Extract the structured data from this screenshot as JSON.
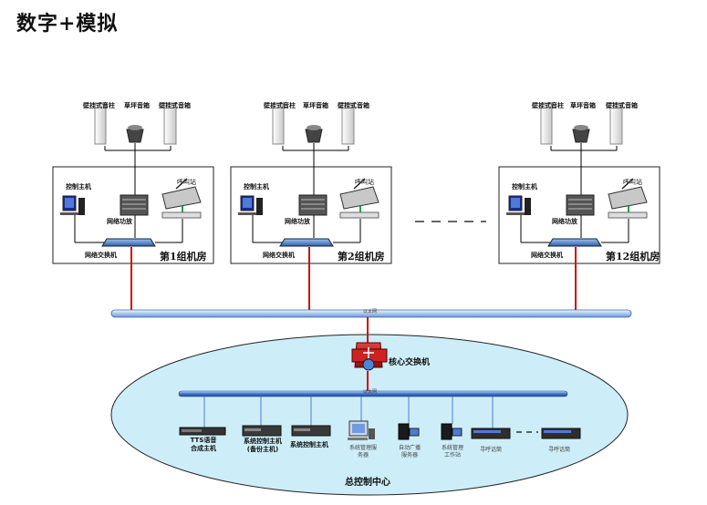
{
  "page": {
    "title": "数字+模拟"
  },
  "rooms": [
    {
      "room_label": "第1组机房",
      "speakers": [
        "壁挂式音柱",
        "草坪音箱",
        "壁挂式音箱"
      ],
      "control_host": "控制主机",
      "amp": "网络功放",
      "caller": "呼叫站",
      "switch": "网络交换机"
    },
    {
      "room_label": "第2组机房",
      "speakers": [
        "壁挂式音柱",
        "草坪音箱",
        "壁挂式音箱"
      ],
      "control_host": "控制主机",
      "amp": "网络功放",
      "caller": "呼叫站",
      "switch": "网络交换机"
    },
    {
      "room_label": "第12组机房",
      "speakers": [
        "壁挂式音柱",
        "草坪音箱",
        "壁挂式音箱"
      ],
      "control_host": "控制主机",
      "amp": "网络功放",
      "caller": "呼叫站",
      "switch": "网络交换机"
    }
  ],
  "backbone": {
    "label": "以太网"
  },
  "core": {
    "label": "核心交换机",
    "lan_label": "以太网"
  },
  "center": {
    "label": "总控制中心",
    "devices": [
      {
        "label": "TTS语音合成主机"
      },
      {
        "label": "系统控制主机(备份主机)"
      },
      {
        "label": "系统控制主机"
      },
      {
        "label": "系统管理服务器"
      },
      {
        "label": "自动广播服务器"
      },
      {
        "label": "系统管理工作站"
      },
      {
        "label": "寻呼话筒"
      },
      {
        "label": "寻呼话筒"
      }
    ]
  },
  "colors": {
    "backbone": "#bcd6f0",
    "cloud": "#cdeef8",
    "link": "#cc1111",
    "lan": "#4a7fd0"
  }
}
